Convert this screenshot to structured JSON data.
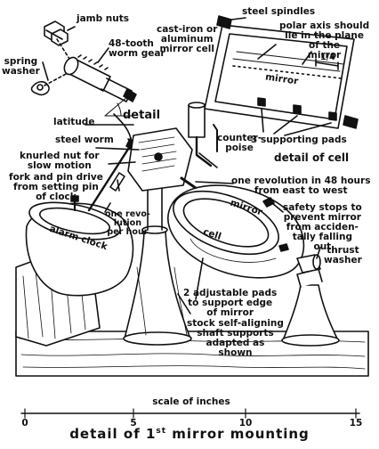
{
  "caption": {
    "prefix": "detail of ",
    "ordinal_num": "1",
    "ordinal_sup": "st",
    "suffix": " mirror mounting"
  },
  "scale": {
    "title": "scale of inches",
    "ticks": [
      "0",
      "5",
      "10",
      "15"
    ]
  },
  "labels": {
    "jamb_nuts": "jamb nuts",
    "spring_washer": "spring\nwasher",
    "worm_gear": "48-tooth\nworm gear",
    "detail": "detail",
    "latitude": "latitude",
    "steel_worm": "steel worm",
    "knurled_nut": "knurled nut for\nslow motion",
    "fork_pin": "fork and pin drive\nfrom setting pin\nof clock",
    "one_rev_hour": "one revo-\nlution\nper hour",
    "alarm_clock": "alarm clock",
    "counterpoise": "counter-\npoise",
    "one_rev_48": "one revolution in 48 hours\nfrom east to west",
    "mirror": "mirror",
    "cell": "cell",
    "safety_stops": "safety stops to\nprevent mirror\nfrom acciden-\ntally falling\nout",
    "thrust_washer": "thrust\nwasher",
    "adjustable_pads": "2 adjustable pads\nto support edge\nof mirror",
    "shaft_supports": "stock self-aligning\nshaft supports\nadapted as\nshown",
    "steel_spindles": "steel spindles",
    "cell_material": "cast-iron or\naluminum\nmirror cell",
    "polar_axis": "polar axis should\nlie in the plane\nof the\nmirror",
    "cell_mirror": "mirror",
    "cell_dim": "1/4",
    "three_pads": "3 supporting pads",
    "detail_of_cell": "detail of cell"
  }
}
